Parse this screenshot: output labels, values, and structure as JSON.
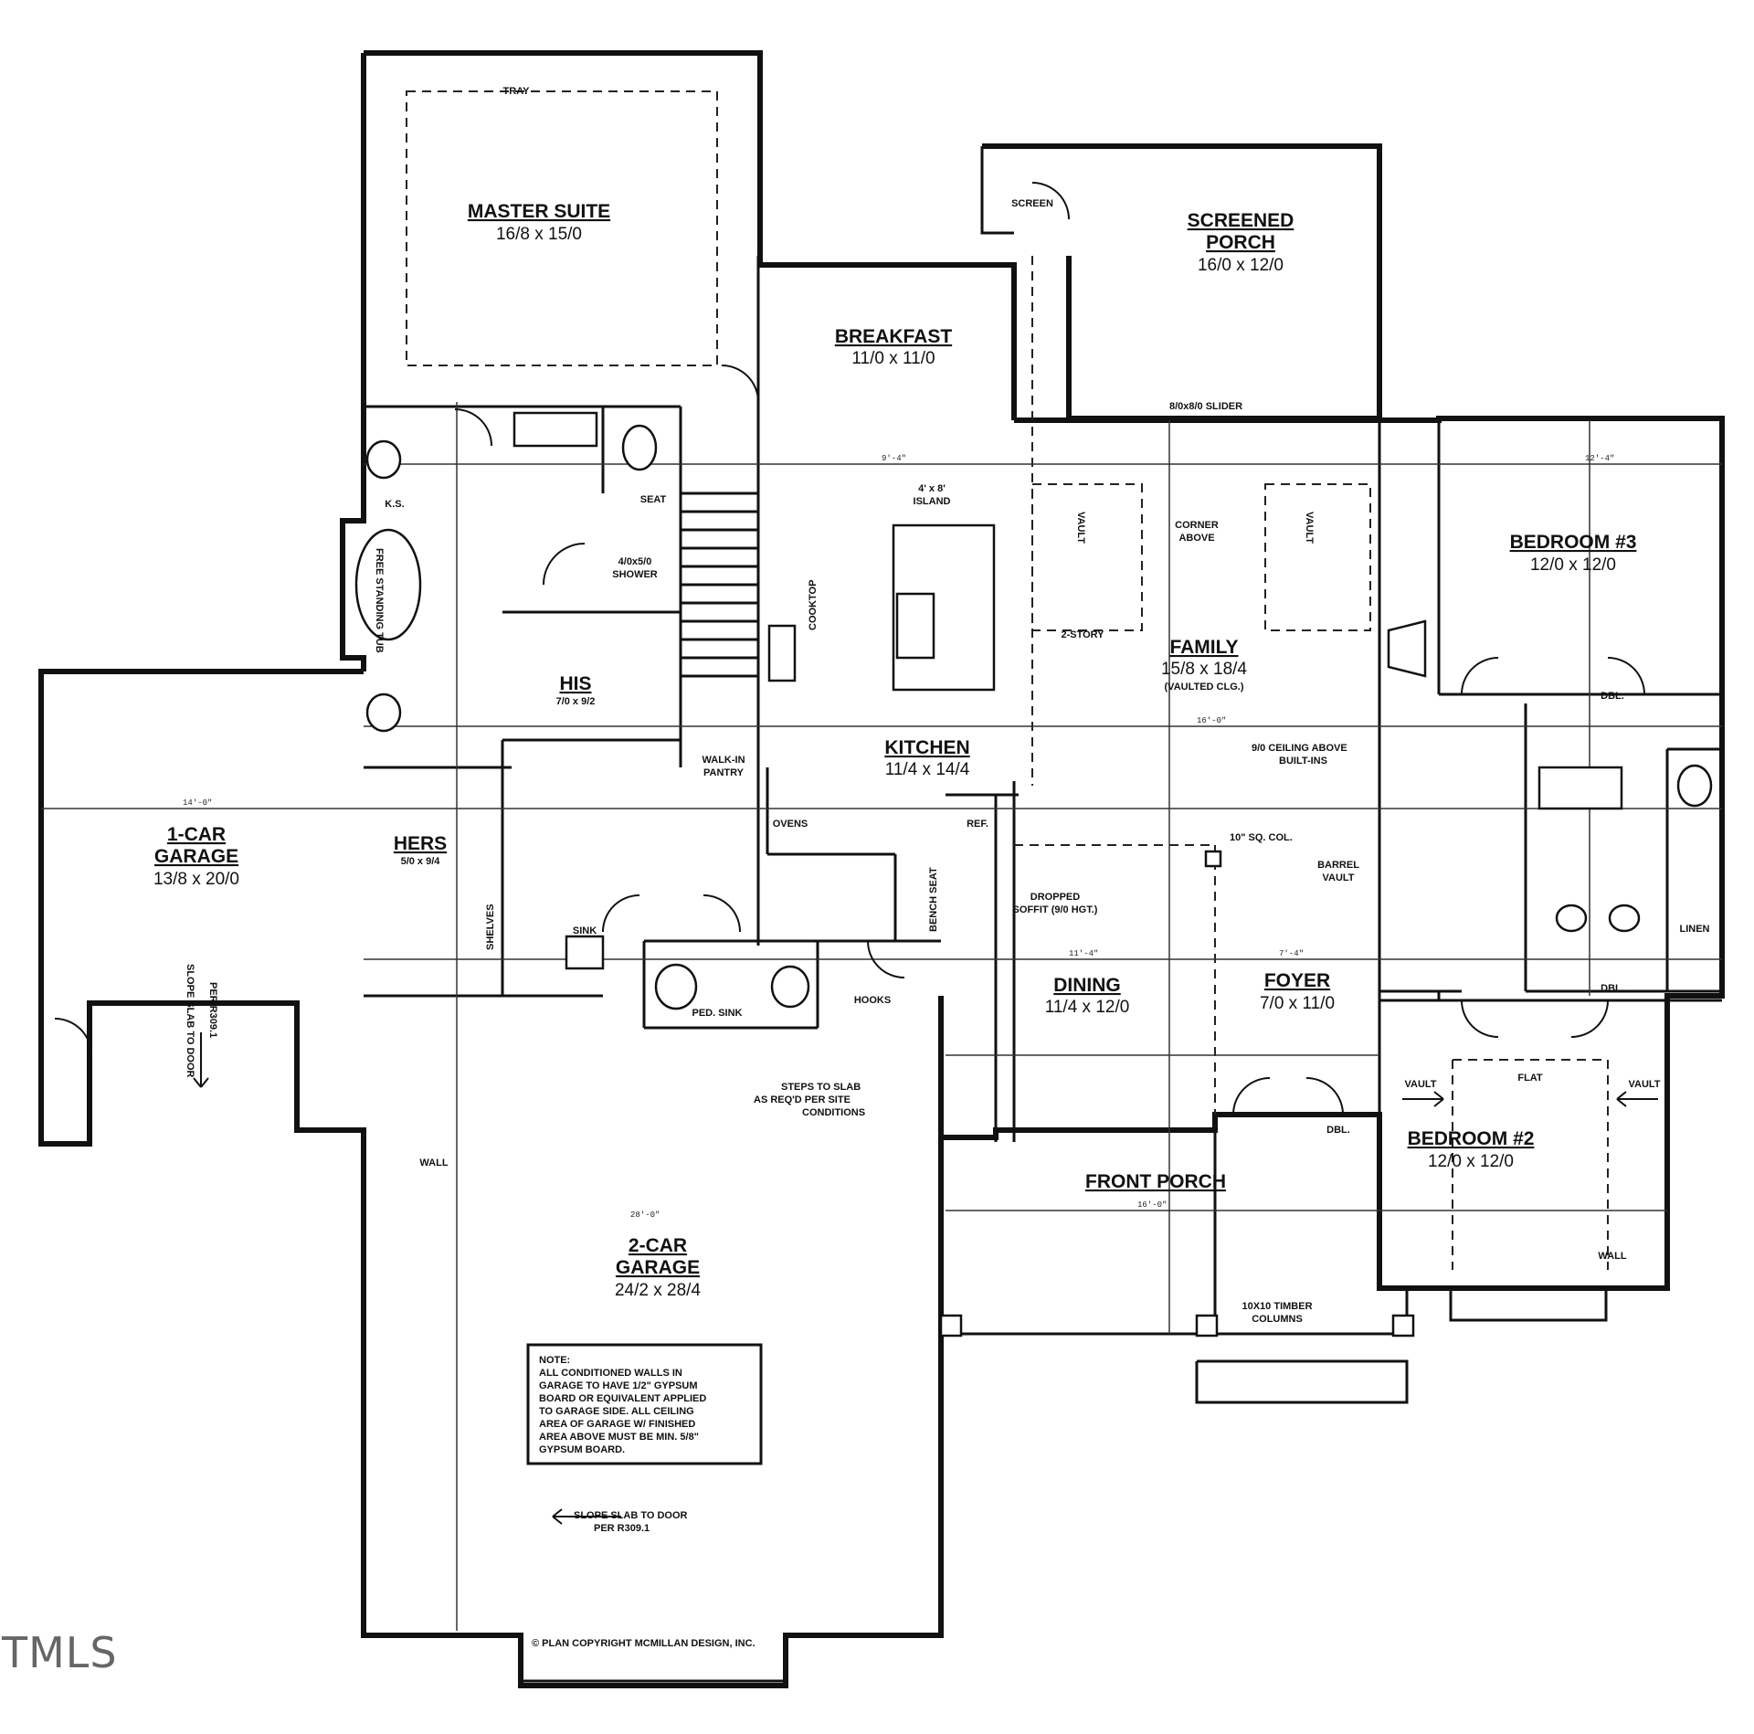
{
  "rooms": {
    "master_suite": {
      "name": "MASTER SUITE",
      "size": "16/8 x 15/0",
      "ceiling": "TRAY"
    },
    "breakfast": {
      "name": "BREAKFAST",
      "size": "11/0 x 11/0"
    },
    "screened_porch": {
      "name": "SCREENED",
      "name2": "PORCH",
      "size": "16/0 x 12/0"
    },
    "bedroom3": {
      "name": "BEDROOM #3",
      "size": "12/0 x 12/0"
    },
    "family": {
      "name": "FAMILY",
      "size": "15/8 x 18/4",
      "note": "(VAULTED CLG.)"
    },
    "kitchen": {
      "name": "KITCHEN",
      "size": "11/4 x 14/4"
    },
    "one_car_garage": {
      "name": "1-CAR",
      "name2": "GARAGE",
      "size": "13/8 x 20/0"
    },
    "two_car_garage": {
      "name": "2-CAR",
      "name2": "GARAGE",
      "size": "24/2 x 28/4"
    },
    "hers": {
      "name": "HERS",
      "size": "5/0 x 9/4"
    },
    "his": {
      "name": "HIS",
      "size": "7/0 x 9/2"
    },
    "dining": {
      "name": "DINING",
      "size": "11/4 x 12/0"
    },
    "foyer": {
      "name": "FOYER",
      "size": "7/0 x 11/0"
    },
    "bedroom2": {
      "name": "BEDROOM #2",
      "size": "12/0 x 12/0"
    },
    "front_porch": {
      "name": "FRONT PORCH"
    }
  },
  "labels": {
    "island": "4' x 8'",
    "island2": "ISLAND",
    "two_story": "2-STORY",
    "vault": "VAULT",
    "corner_above": "CORNER",
    "corner_above2": "ABOVE",
    "walk_in_pantry": "WALK-IN",
    "walk_in_pantry2": "PANTRY",
    "ovens": "OVENS",
    "cooktop": "COOKTOP",
    "ref": "REF.",
    "ks": "K.S.",
    "shower": "4/0x5/0",
    "shower2": "SHOWER",
    "seat": "SEAT",
    "tub": "FREE STANDING TUB",
    "sink": "SINK",
    "shelves": "SHELVES",
    "bench_seat": "BENCH SEAT",
    "hooks": "HOOKS",
    "ped_sink": "PED. SINK",
    "linen": "LINEN",
    "slider": "8/0x8/0 SLIDER",
    "screen": "SCREEN",
    "ceiling_above": "9/0 CEILING ABOVE",
    "built_ins": "BUILT-INS",
    "barrel_vault": "BARREL",
    "barrel_vault2": "VAULT",
    "col": "10\" SQ. COL.",
    "dropped_soffit": "DROPPED",
    "dropped_soffit2": "SOFFIT (9/0 HGT.)",
    "flat": "FLAT",
    "dbl": "DBL.",
    "wall": "WALL",
    "timber_column": "10X10 TIMBER",
    "timber_column2": "COLUMNS",
    "steps": "STEPS TO SLAB",
    "steps2": "AS REQ'D PER SITE",
    "steps3": "CONDITIONS",
    "slope_slab": "SLOPE SLAB TO DOOR",
    "slope_slab2": "PER R309.1",
    "copyright": "© PLAN COPYRIGHT MCMILLAN DESIGN, INC.",
    "watermark": "TMLS"
  },
  "garage_note": [
    "NOTE:",
    "ALL CONDITIONED WALLS IN",
    "GARAGE TO HAVE 1/2\" GYPSUM",
    "BOARD OR EQUIVALENT APPLIED",
    "TO GARAGE SIDE.  ALL CEILING",
    "AREA OF GARAGE W/ FINISHED",
    "AREA ABOVE MUST BE MIN. 5/8\"",
    "GYPSUM BOARD."
  ],
  "dimensions": {
    "garage1": "14'-0\"",
    "garage2": "28'-0\"",
    "family_w": "16'-0\"",
    "breakfast_w": "9'-4\"",
    "dining_w": "11'-4\"",
    "foyer_w": "7'-4\"",
    "bed3_w": "12'-4\"",
    "porch_w": "16'-0\""
  }
}
